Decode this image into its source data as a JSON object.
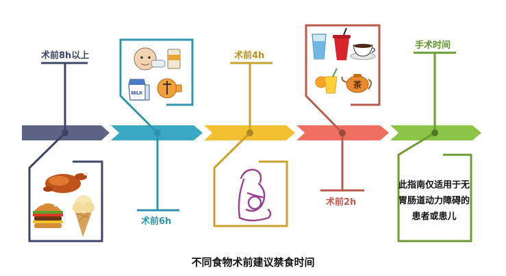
{
  "stages": [
    {
      "id": "s1",
      "label": "术前8h以上",
      "color": "#5b6485"
    },
    {
      "id": "s2",
      "label": "术前6h",
      "color": "#3aa8c5"
    },
    {
      "id": "s3",
      "label": "术前4h",
      "color": "#d4ac2b"
    },
    {
      "id": "s4",
      "label": "术前2h",
      "color": "#e56e60"
    },
    {
      "id": "s5",
      "label": "手术时间",
      "color": "#7ab53a"
    }
  ],
  "food_labels": {
    "milk_carton": "MILK",
    "tea_pot": "茶"
  },
  "note": "此指南仅适用于无胃肠道动力障碍的患者或患儿",
  "caption": "不同食物术前建议禁食时间"
}
